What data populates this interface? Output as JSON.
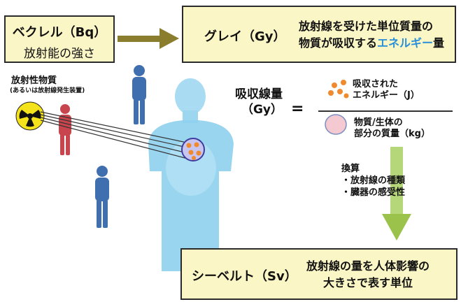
{
  "bq_box": {
    "name": "ベクレル（Bq）",
    "desc": "放射能の強さ"
  },
  "gy_box": {
    "name": "グレイ（Gy）",
    "desc_line1": "放射線を受けた単位質量の",
    "desc_line2_pre": "物質が吸収する",
    "desc_line2_highlight": "エネルギー",
    "desc_line2_post": "量"
  },
  "source": {
    "title": "放射性物質",
    "subtitle": "(あるいは放射線発生装置)"
  },
  "formula": {
    "lhs_line1": "吸収線量",
    "lhs_line2": "（Gy）",
    "equals": "=",
    "numerator_line1": "吸収された",
    "numerator_line2": "エネルギー（J）",
    "denominator_line1": "物質/生体の",
    "denominator_line2": "部分の質量（kg）"
  },
  "conversion": {
    "title": "換算",
    "item1": "・放射線の種類",
    "item2": "・臓器の感受性"
  },
  "sv_box": {
    "name": "シーベルト（Sv）",
    "desc_line1": "放射線の量を人体影響の",
    "desc_line2": "大きさで表す単位"
  },
  "colors": {
    "box_fill": "#fbf6c6",
    "arrow_olive": "#8a7d2e",
    "arrow_green": "#9bc24a",
    "body_blue": "#8fd0ee",
    "person_red": "#c9454d",
    "person_blue": "#3f6fae",
    "highlight": "#2a8fd8"
  }
}
